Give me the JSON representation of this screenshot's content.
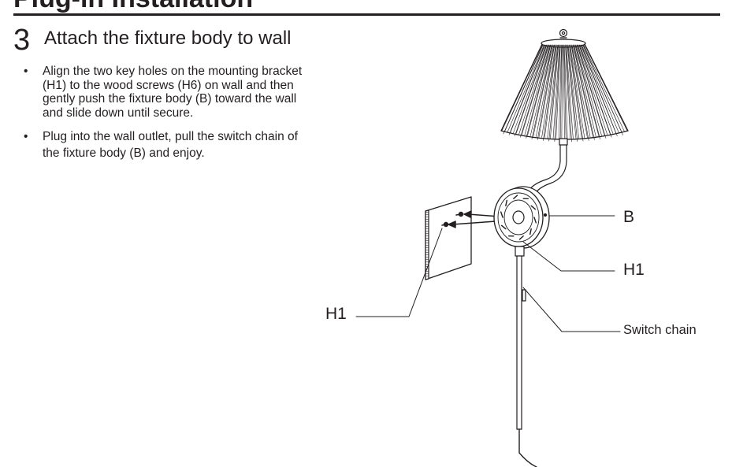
{
  "page": {
    "section_title": "Plug-in Installation"
  },
  "step": {
    "number": "3",
    "heading": "Attach the fixture body to wall",
    "bullets": [
      {
        "marker": "•",
        "lines": [
          "Align the two key holes on the mounting bracket",
          "(H1) to the wood screws (H6) on wall and then",
          "gently push the fixture body (B) toward the wall",
          "and slide down until secure."
        ]
      },
      {
        "marker": "•",
        "lines": [
          "Plug into the wall outlet, pull the switch chain of",
          "the fixture body (B) and enjoy."
        ]
      }
    ]
  },
  "figure": {
    "callouts": {
      "fixture_body": "B",
      "bracket_right": "H1",
      "bracket_left": "H1",
      "switch_chain": "Switch chain"
    },
    "line_color": "#231f20"
  }
}
